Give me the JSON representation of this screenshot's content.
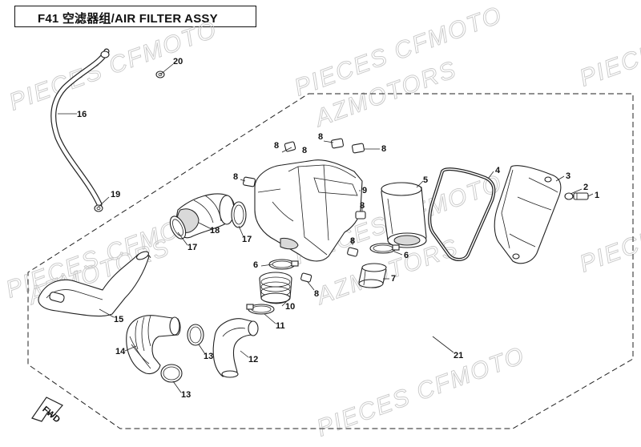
{
  "header": {
    "title": "F41  空滤器组/AIR FILTER ASSY"
  },
  "watermarks": [
    {
      "text": "PIECES CFMOTO"
    },
    {
      "text": "AZMOTORS"
    }
  ],
  "fwd_marker": {
    "text": "FWD"
  },
  "callouts": [
    {
      "num": "1"
    },
    {
      "num": "2"
    },
    {
      "num": "3"
    },
    {
      "num": "4"
    },
    {
      "num": "5"
    },
    {
      "num": "6"
    },
    {
      "num": "6"
    },
    {
      "num": "7"
    },
    {
      "num": "8"
    },
    {
      "num": "8"
    },
    {
      "num": "8"
    },
    {
      "num": "8"
    },
    {
      "num": "8"
    },
    {
      "num": "8"
    },
    {
      "num": "8"
    },
    {
      "num": "8"
    },
    {
      "num": "9"
    },
    {
      "num": "10"
    },
    {
      "num": "11"
    },
    {
      "num": "12"
    },
    {
      "num": "13"
    },
    {
      "num": "13"
    },
    {
      "num": "14"
    },
    {
      "num": "15"
    },
    {
      "num": "16"
    },
    {
      "num": "17"
    },
    {
      "num": "17"
    },
    {
      "num": "18"
    },
    {
      "num": "19"
    },
    {
      "num": "20"
    },
    {
      "num": "21"
    }
  ],
  "colors": {
    "line": "#222222",
    "watermark": "#c8c8c8",
    "background": "#ffffff"
  }
}
